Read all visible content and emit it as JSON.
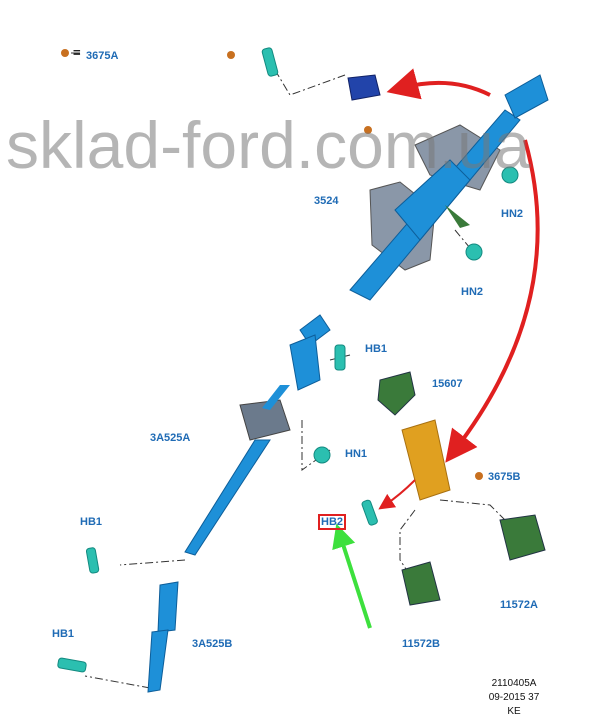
{
  "legend": {
    "symbol": "=",
    "part": "3675A"
  },
  "labels": {
    "col_3524": "3524",
    "hn2_upper": "HN2",
    "hn2_lower": "HN2",
    "hb1_mid": "HB1",
    "p15607": "15607",
    "p3a525a": "3A525A",
    "hn1": "HN1",
    "p3675b": "3675B",
    "hb2": "HB2",
    "hb1_left_upper": "HB1",
    "hb1_left_lower": "HB1",
    "p11572a": "11572A",
    "p11572b": "11572B",
    "p3a525b": "3A525B"
  },
  "ref": {
    "line1": "2110405A",
    "line2": "09-2015 37",
    "line3": "KE"
  },
  "watermark": "sklad-ford.com.ua",
  "colors": {
    "label": "#1f6bb5",
    "part_blue": "#1e90d8",
    "fastener": "#2bbfb0",
    "clip": "#e0a020",
    "bracket": "#3a7a3a",
    "arrow_red": "#e02020",
    "arrow_green": "#3de03d",
    "marker": "#c87020"
  }
}
